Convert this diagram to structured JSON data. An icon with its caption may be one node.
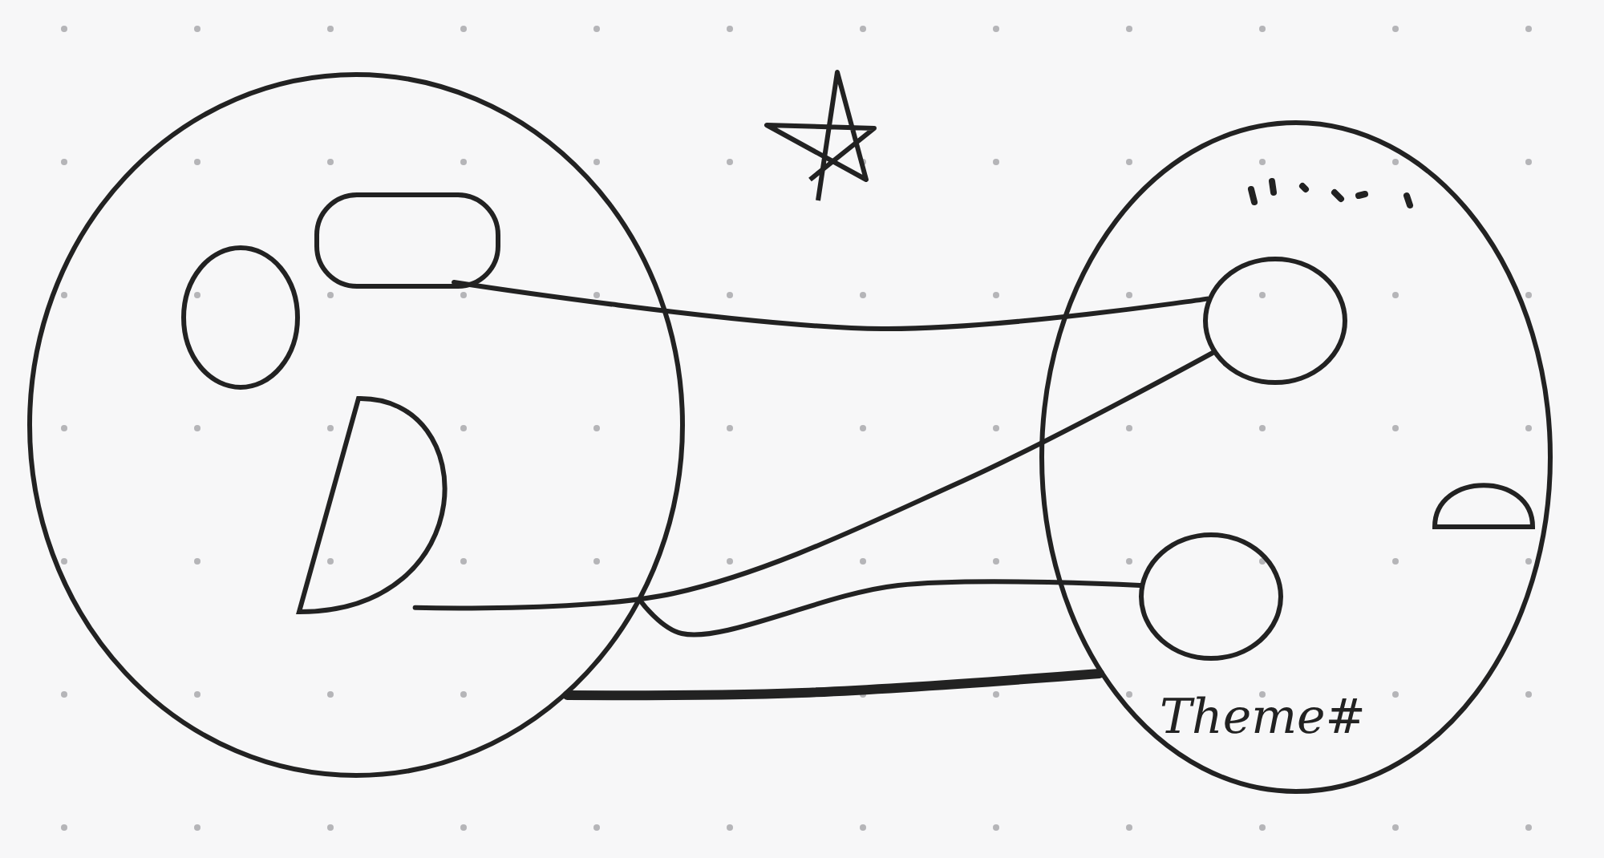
{
  "diagram": {
    "nodes": [
      {
        "text": [],
        "shape": "circle"
      },
      {
        "text": [],
        "shape": "circle",
        "in": 0
      },
      {
        "text": [],
        "shape": "box",
        "in": 0
      },
      {
        "text": [],
        "shape": "semicircle",
        "in": 0
      },
      {
        "text": [
          "Theme#"
        ]
      },
      {
        "text": [],
        "shape": "circle",
        "in": 4
      },
      {
        "text": [],
        "shape": "circle",
        "in": 4
      },
      {
        "text": [],
        "shape": "semicircle",
        "in": 4
      }
    ],
    "edges": [
      {
        "from": 2,
        "to": 5,
        "arrow": "none"
      },
      {
        "from": 3,
        "to": 5,
        "arrow": "none"
      },
      {
        "from": 0,
        "to": 6,
        "arrow": "none"
      },
      {
        "from": 0,
        "to": 4,
        "arrow": "none",
        "style": "thick"
      }
    ]
  }
}
